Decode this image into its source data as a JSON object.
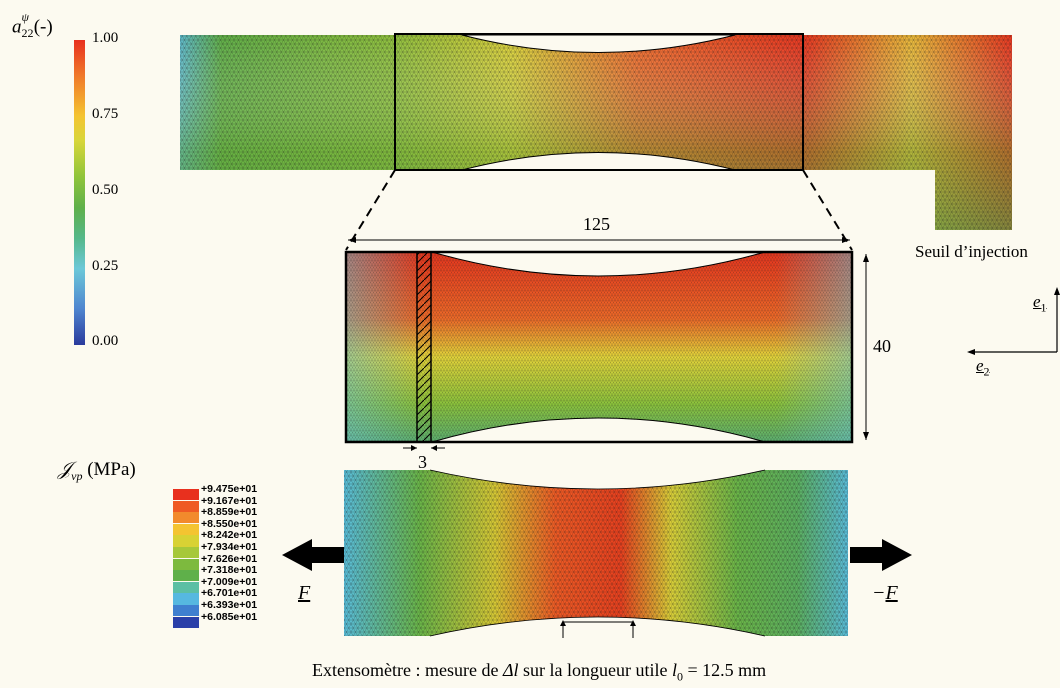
{
  "colorbar": {
    "title_symbol": "a",
    "title_sub": "22",
    "title_sup": "ψ",
    "title_unit": "(-)",
    "ticks": [
      "1.00",
      "0.75",
      "0.50",
      "0.25",
      "0.00"
    ]
  },
  "dimensions": {
    "length": "125",
    "height": "40",
    "strip": "3"
  },
  "labels": {
    "injection_gate": "Seuil d’injection",
    "e1": "e",
    "e1_sub": "1",
    "e2": "e",
    "e2_sub": "2",
    "force_left": "F",
    "force_right_sign": "−",
    "force_right": "F"
  },
  "legend2": {
    "title_symbol": "𝒥",
    "title_sub": "vp",
    "title_unit": "(MPa)",
    "entries": [
      {
        "value": "+9.475e+01",
        "color": "#e8301e"
      },
      {
        "value": "+9.167e+01",
        "color": "#ef5a24"
      },
      {
        "value": "+8.859e+01",
        "color": "#f28a2c"
      },
      {
        "value": "+8.550e+01",
        "color": "#f4c431"
      },
      {
        "value": "+8.242e+01",
        "color": "#d8d234"
      },
      {
        "value": "+7.934e+01",
        "color": "#a6c83a"
      },
      {
        "value": "+7.626e+01",
        "color": "#7dba3e"
      },
      {
        "value": "+7.318e+01",
        "color": "#5fb04a"
      },
      {
        "value": "+7.009e+01",
        "color": "#5cbfa4"
      },
      {
        "value": "+6.701e+01",
        "color": "#56b8e0"
      },
      {
        "value": "+6.393e+01",
        "color": "#3f7fcf"
      },
      {
        "value": "+6.085e+01",
        "color": "#2a3fa8"
      }
    ]
  },
  "caption": {
    "prefix": "Extensomètre : mesure de ",
    "delta": "Δl",
    "middle": " sur la longueur utile ",
    "l0": "l",
    "l0_sub": "0",
    "suffix": " = 12.5 mm"
  }
}
